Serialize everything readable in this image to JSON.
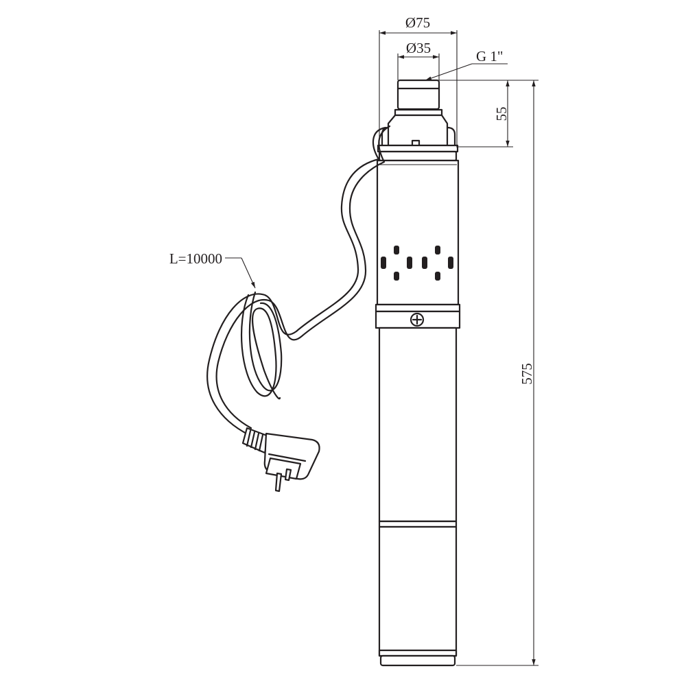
{
  "drawing": {
    "dims": {
      "outer_diameter": "Ø75",
      "inner_diameter": "Ø35",
      "thread": "G 1\"",
      "outlet_height": "55",
      "total_height": "575",
      "cable_length": "L=10000"
    },
    "line_color": "#231f20",
    "background": "#ffffff"
  }
}
